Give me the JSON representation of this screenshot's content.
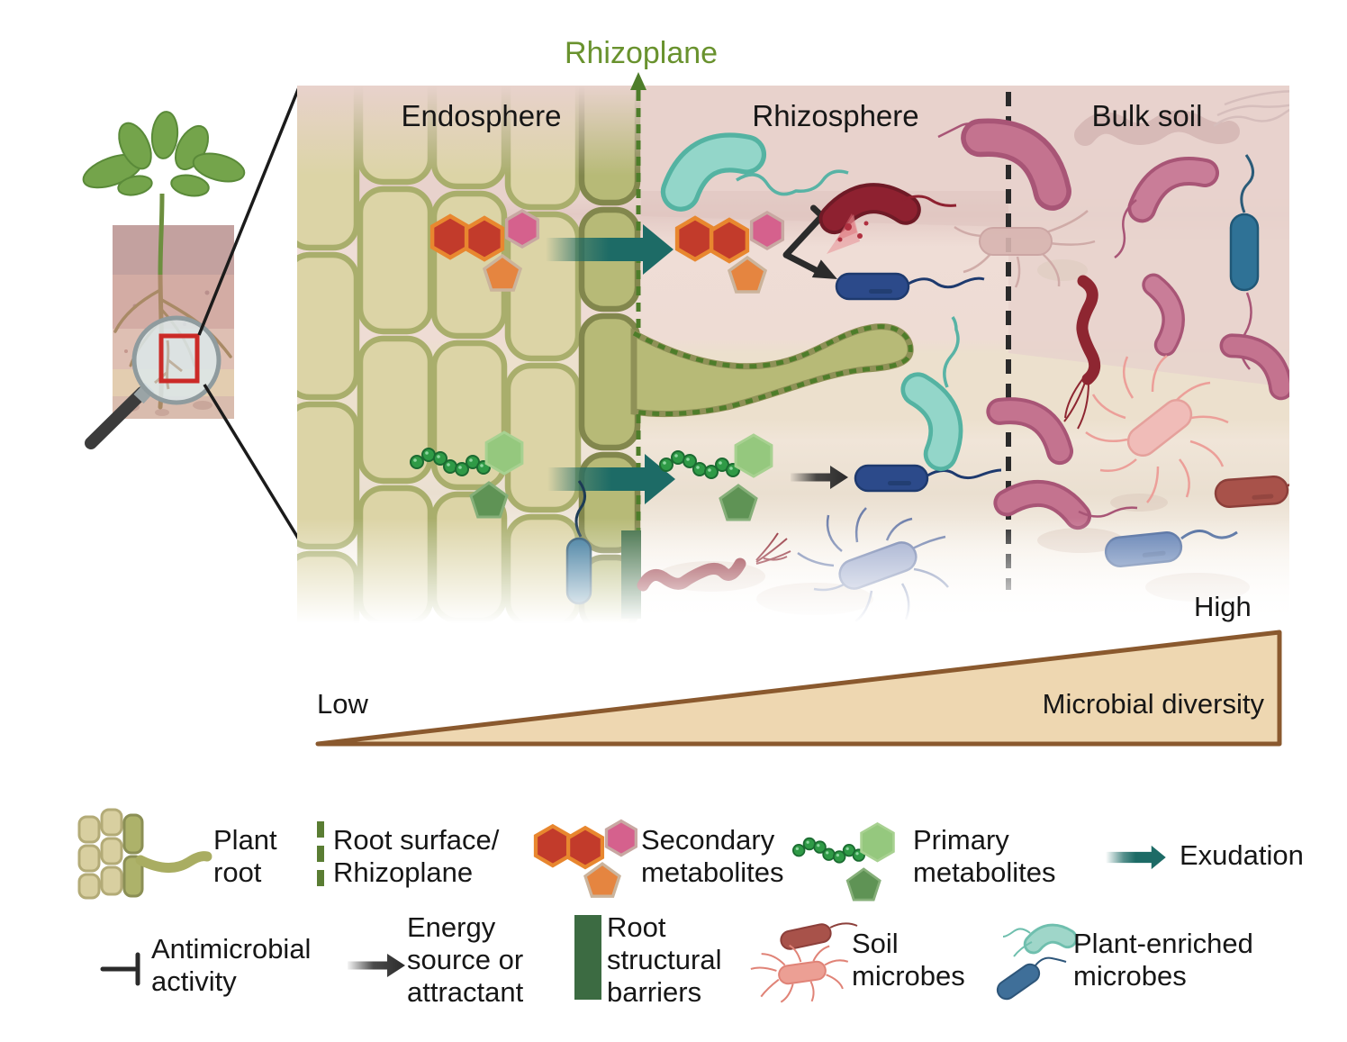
{
  "panel": {
    "rhizoplane_arrow_label": "Rhizoplane",
    "zones": [
      {
        "id": "endosphere",
        "label": "Endosphere"
      },
      {
        "id": "rhizosphere",
        "label": "Rhizosphere"
      },
      {
        "id": "bulk_soil",
        "label": "Bulk soil"
      }
    ]
  },
  "diversity_gradient": {
    "low_label": "Low",
    "high_label": "High",
    "axis_label": "Microbial diversity"
  },
  "legend": {
    "row1": [
      {
        "icon": "plant-root-icon",
        "label": "Plant\nroot"
      },
      {
        "icon": "root-surface-dashed-icon",
        "label": "Root surface/\nRhizoplane"
      },
      {
        "icon": "secondary-metabolites-icon",
        "label": "Secondary\nmetabolites"
      },
      {
        "icon": "primary-metabolites-icon",
        "label": "Primary\nmetabolites"
      },
      {
        "icon": "exudation-arrow-icon",
        "label": "Exudation"
      }
    ],
    "row2": [
      {
        "icon": "antimicrobial-tbar-icon",
        "label": "Antimicrobial\nactivity"
      },
      {
        "icon": "energy-arrow-icon",
        "label": "Energy\nsource or\nattractant"
      },
      {
        "icon": "root-structural-barrier-icon",
        "label": "Root\nstructural\nbarriers"
      },
      {
        "icon": "soil-microbes-icon",
        "label": "Soil\nmicrobes"
      },
      {
        "icon": "plant-enriched-microbes-icon",
        "label": "Plant-enriched\nmicrobes"
      }
    ]
  },
  "colors": {
    "rhizoplane_green": "#4e7d2a",
    "rhizoplane_text_green": "#69922e",
    "cell_fill": "#dcd4a6",
    "cell_border": "#a9ae6c",
    "outer_cell_fill": "#b7ba77",
    "outer_cell_border": "#82874d",
    "exudation_teal": "#1d6b66",
    "secondary_metabolite_red": "#c23b2b",
    "secondary_metabolite_pink": "#d5618d",
    "secondary_metabolite_orange": "#e58540",
    "primary_metabolite_light_green": "#95c87e",
    "primary_metabolite_dark_green": "#5f9355",
    "primary_metabolite_beads": "#2f9a46",
    "barrier_dark_green": "#3c6b42",
    "soil_microbe_dark_red": "#8e2631",
    "soil_microbe_pink": "#ec9f94",
    "soil_microbe_mauve": "#c4738f",
    "plant_enriched_teal": "#93d6c9",
    "plant_enriched_blue": "#2c4a8a",
    "triangle_fill": "#eed7b1",
    "triangle_border": "#8a592e",
    "background_pink": "#e8d2cc"
  }
}
